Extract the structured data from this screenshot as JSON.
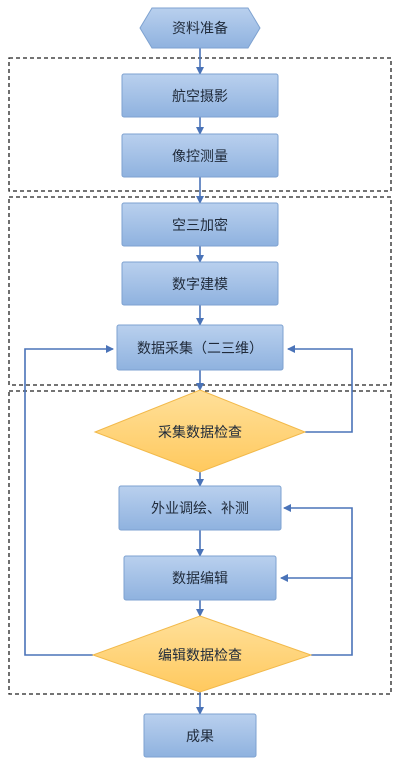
{
  "nodes": {
    "start": "资料准备",
    "aerial_photography": "航空摄影",
    "image_control_survey": "像控测量",
    "aerotriangulation": "空三加密",
    "digital_modeling": "数字建模",
    "data_collection": "数据采集（二三维）",
    "collection_check": "采集数据检查",
    "field_survey": "外业调绘、补测",
    "data_editing": "数据编辑",
    "editing_check": "编辑数据检查",
    "end": "成果"
  },
  "colors": {
    "box_fill": "#9dbde5",
    "box_stroke": "#7ea2d0",
    "diamond_fill": "#ffd47c",
    "diamond_stroke": "#f2b94a",
    "connector": "#4a73b8",
    "group_border": "#222222"
  }
}
